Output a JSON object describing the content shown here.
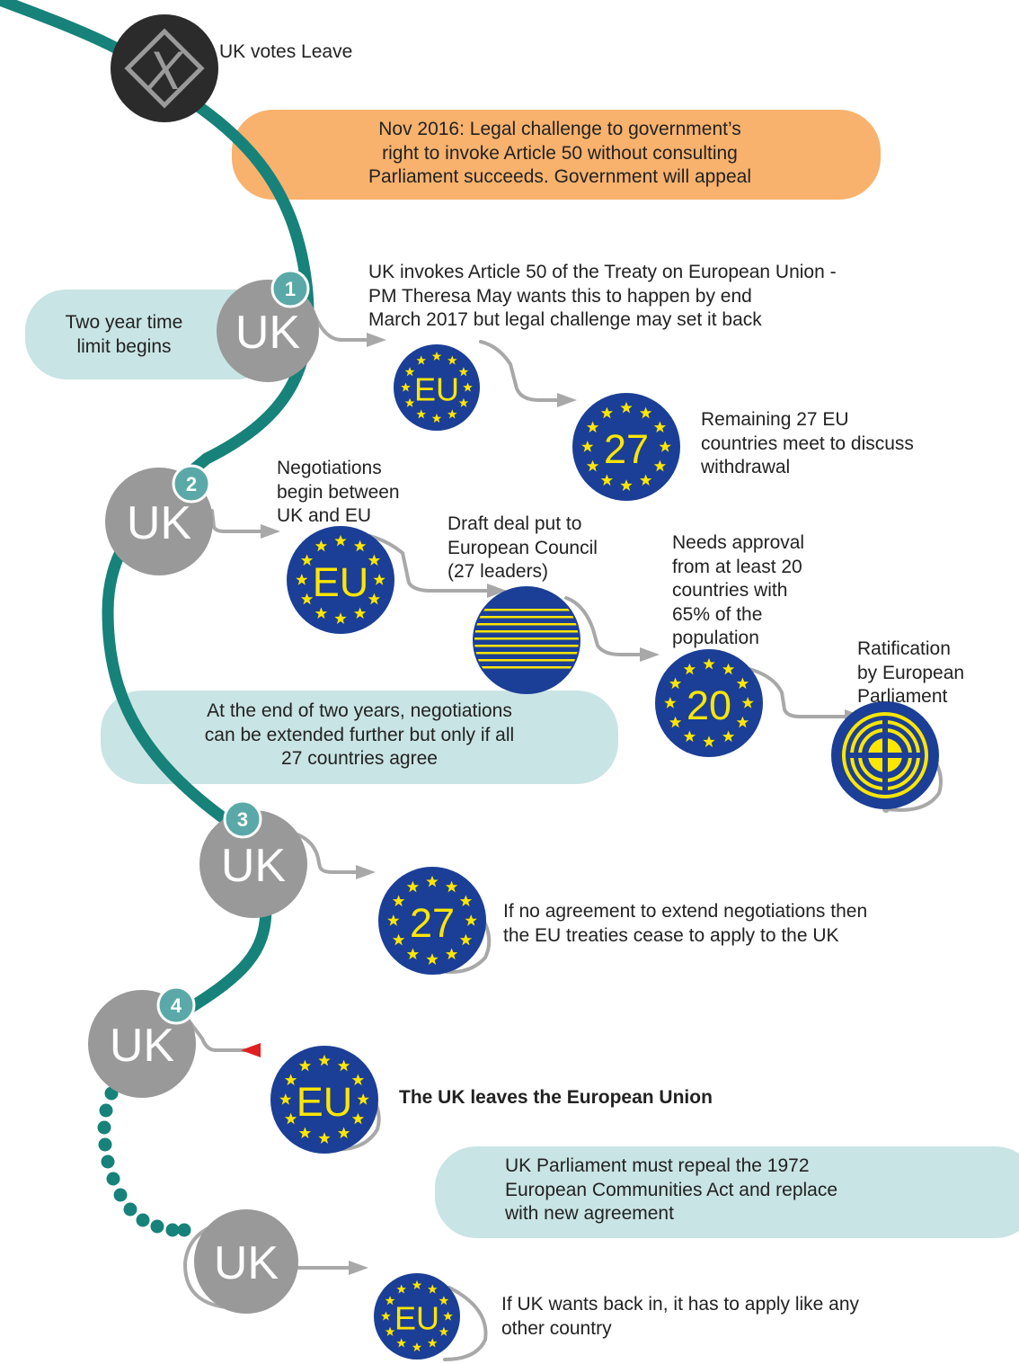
{
  "title": "Steps to leaving the European Union",
  "start": {
    "label": "UK votes Leave",
    "icon": "ballot-x-icon"
  },
  "callouts": {
    "legal_challenge": {
      "text": "Nov 2016: Legal challenge to government’s\nright to invoke Article 50 without consulting\nParliament succeeds. Government will appeal",
      "color": "#f8b26d"
    },
    "time_limit": {
      "text": "Two year time\nlimit begins",
      "color": "#c9e4e4"
    },
    "extension": {
      "text": "At the end of two years, negotiations\ncan be extended further but only if all\n27 countries agree",
      "color": "#c9e4e4"
    },
    "repeal": {
      "text": "UK Parliament must repeal the 1972\nEuropean Communities Act and replace\nwith new agreement",
      "color": "#c9e4e4"
    }
  },
  "steps": {
    "s1": {
      "badge": "1",
      "node": "UK",
      "text": "UK invokes Article 50 of the Treaty on European Union -\nPM Theresa May wants this to happen by end\nMarch 2017 but legal challenge may set it back"
    },
    "s1_eu": {
      "node": "EU"
    },
    "s1_27": {
      "node": "27",
      "text": "Remaining 27 EU\ncountries meet to discuss\nwithdrawal"
    },
    "s2": {
      "badge": "2",
      "node": "UK",
      "text": "Negotiations\nbegin between\nUK and EU"
    },
    "s2_eu": {
      "node": "EU"
    },
    "s2_council": {
      "text": "Draft deal put to\nEuropean Council\n(27 leaders)"
    },
    "s2_20": {
      "node": "20",
      "text": "Needs approval\nfrom at least 20\ncountries with\n65% of the\npopulation"
    },
    "s2_parl": {
      "text": "Ratification\nby European\nParliament"
    },
    "s3": {
      "badge": "3",
      "node": "UK"
    },
    "s3_27": {
      "node": "27",
      "text": "If no agreement to extend negotiations then\nthe EU treaties cease to apply to the UK"
    },
    "s4": {
      "badge": "4",
      "node": "UK"
    },
    "s4_eu": {
      "node": "EU",
      "text": "The UK leaves the European Union"
    },
    "s5": {
      "node": "UK"
    },
    "s5_eu": {
      "node": "EU",
      "text": "If UK wants back in, it has to apply like any\nother country"
    }
  },
  "colors": {
    "track": "#16827a",
    "uk_node": "#999999",
    "badge": "#5aa9a8",
    "eu_blue": "#1b3f96",
    "star": "#ffe600",
    "connector": "#a8a8a8",
    "return_arrow": "#e02020"
  }
}
